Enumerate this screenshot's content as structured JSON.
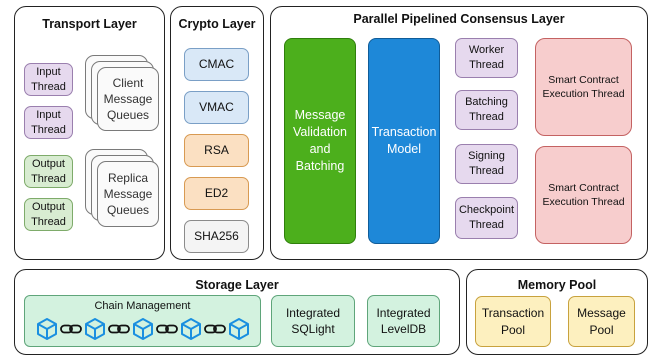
{
  "transport": {
    "title": "Transport Layer",
    "input_threads": [
      "Input\nThread",
      "Input\nThread"
    ],
    "client_queues": "Client\nMessage\nQueues",
    "output_threads": [
      "Output\nThread",
      "Output\nThread"
    ],
    "replica_queues": "Replica\nMessage\nQueues"
  },
  "crypto": {
    "title": "Crypto Layer",
    "items": [
      "CMAC",
      "VMAC",
      "RSA",
      "ED2",
      "SHA256"
    ]
  },
  "consensus": {
    "title": "Parallel Pipelined Consensus Layer",
    "validation": "Message\nValidation\nand\nBatching",
    "transaction_model": "Transaction\nModel",
    "threads": [
      "Worker\nThread",
      "Batching\nThread",
      "Signing\nThread",
      "Checkpoint\nThread"
    ],
    "smart_contracts": [
      "Smart Contract\nExecution Thread",
      "Smart Contract\nExecution Thread"
    ]
  },
  "storage": {
    "title": "Storage Layer",
    "chain": "Chain Management",
    "sqlight": "Integrated\nSQLight",
    "leveldb": "Integrated\nLevelDB"
  },
  "memory": {
    "title": "Memory Pool",
    "transaction_pool": "Transaction\nPool",
    "message_pool": "Message\nPool"
  },
  "colors": {
    "validation": "#4caf1c",
    "transaction_model": "#1e88d8",
    "cube": "#1a8fe0"
  }
}
